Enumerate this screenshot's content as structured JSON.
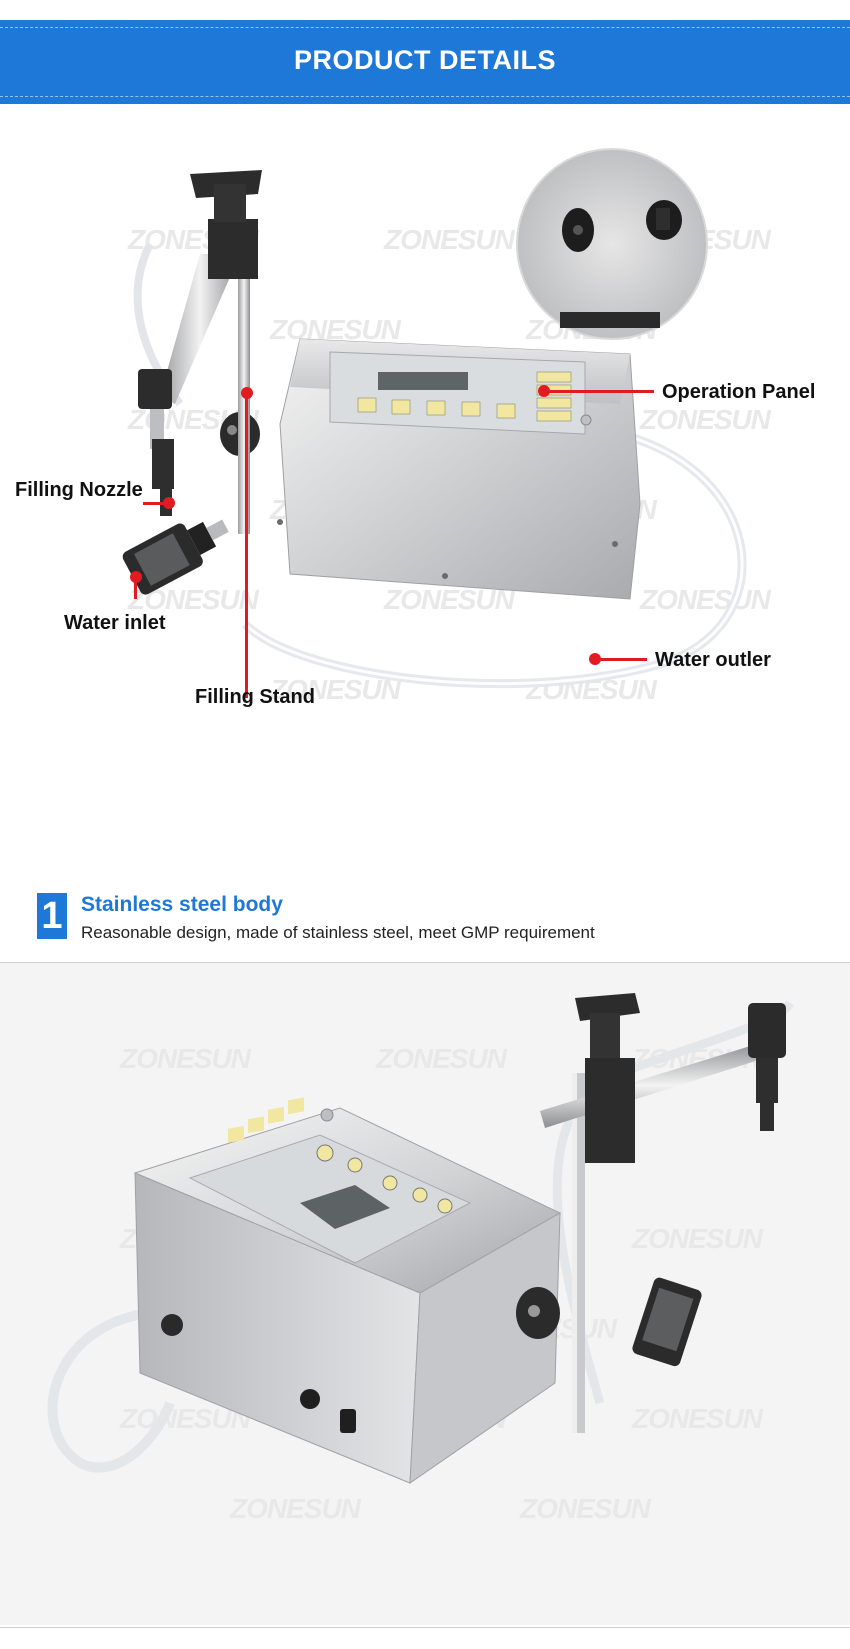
{
  "banner": {
    "title": "PRODUCT DETAILS"
  },
  "callouts": {
    "operation_panel": "Operation Panel",
    "filling_nozzle": "Filling Nozzle",
    "water_inlet": "Water inlet",
    "water_outlet": "Water outler",
    "filling_stand": "Filling Stand"
  },
  "watermark": "ZONESUN",
  "section1": {
    "number": "1",
    "title": "Stainless steel body",
    "description": "Reasonable design, made of stainless steel, meet GMP requirement"
  },
  "colors": {
    "banner": "#1e78d8",
    "callout": "#e21b22",
    "accent_blue": "#1e78d8"
  }
}
